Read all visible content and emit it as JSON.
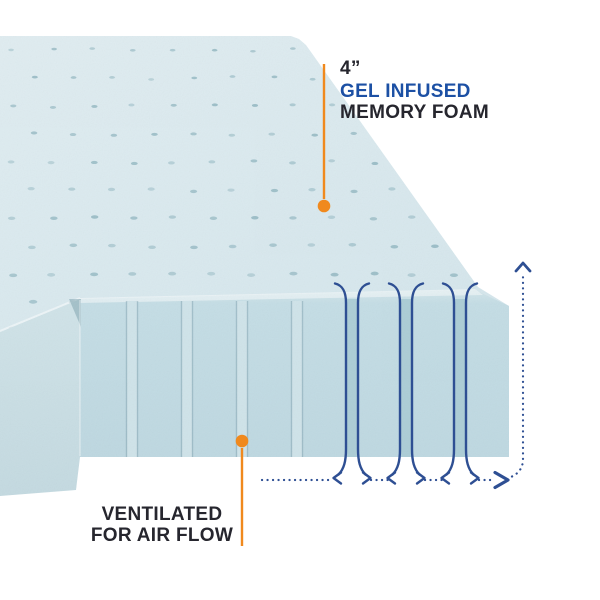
{
  "illustration_title": "Gel infused memory foam mattress cutaway",
  "labels": {
    "thickness": "4”",
    "material_line1": "GEL INFUSED",
    "material_line2": "MEMORY FOAM",
    "vent_line1": "VENTILATED",
    "vent_line2": "FOR AIR FLOW"
  },
  "icons": {
    "top_callout": "callout-dot",
    "bottom_callout": "callout-dot",
    "airflow": "airflow-arrow-icon"
  },
  "colors": {
    "orange": "#F0891D",
    "navy": "#2E4F93",
    "blue": "#1C50A4",
    "ink": "#26262E",
    "foam-top": "#DCEAEF",
    "foam-front": "#C3DCE4",
    "foam-side": "#C9DEE4",
    "groove": "#CFE3E9",
    "groove-channel": "#ACCDD6",
    "hole-dot": "#7AA6B2"
  }
}
